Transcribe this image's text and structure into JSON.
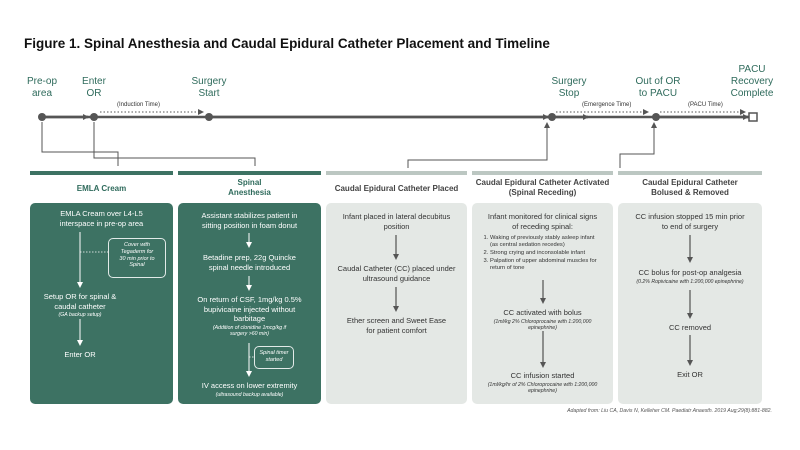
{
  "title": "Figure 1. Spinal Anesthesia and Caudal Epidural Catheter Placement and Timeline",
  "timeline": {
    "milestones": [
      "Pre-op\narea",
      "Enter\nOR",
      "Surgery\nStart",
      "Surgery\nStop",
      "Out of OR\nto PACU",
      "PACU\nRecovery\nComplete"
    ],
    "intervals": [
      "(Induction Time)",
      "(Emergence Time)",
      "(PACU Time)"
    ]
  },
  "columns": [
    {
      "header": "EMLA Cream",
      "steps": [
        {
          "text": "EMLA Cream over L4-L5\ninterspace in pre-op area",
          "sub": ""
        },
        {
          "text": "Setup OR for spinal &\ncaudal catheter",
          "sub": "(GA backup setup)"
        },
        {
          "text": "Enter OR",
          "sub": ""
        }
      ],
      "note": "Cover with\nTegaderm for\n30 min prior to\nSpinal"
    },
    {
      "header": "Spinal\nAnesthesia",
      "steps": [
        {
          "text": "Assistant stabilizes patient in\nsitting position in foam donut",
          "sub": ""
        },
        {
          "text": "Betadine prep, 22g Quincke\nspinal needle introduced",
          "sub": ""
        },
        {
          "text": "On return of CSF, 1mg/kg 0.5%\nbupivicaine injected without\nbarbitage",
          "sub": "(Addition of clonidine 1mcg/kg if\nsurgery >60 min)"
        },
        {
          "text": "IV access on lower extremity",
          "sub": "(ultrasound backup available)"
        }
      ],
      "note": "Spinal timer\nstarted"
    },
    {
      "header": "Caudal Epidural Catheter Placed",
      "steps": [
        {
          "text": "Infant placed in lateral decubitus\nposition",
          "sub": ""
        },
        {
          "text": "Caudal Catheter (CC) placed under\nultrasound guidance",
          "sub": ""
        },
        {
          "text": "Ether screen and Sweet Ease\nfor patient comfort",
          "sub": ""
        }
      ]
    },
    {
      "header": "Caudal Epidural Catheter Activated\n(Spinal Receding)",
      "intro": "Infant monitored for clinical signs\nof receding spinal:",
      "list": [
        "Waking of previously stably asleep infant (as central sedation recedes)",
        "Strong crying and inconsolable infant",
        "Palpation of upper abdominal muscles for return of tone"
      ],
      "steps": [
        {
          "text": "CC activated with bolus",
          "sub": "(1ml/kg 2% Chloroprocaine with 1:200,000\nepinephrine)"
        },
        {
          "text": "CC infusion started",
          "sub": "(1ml/kg/hr of 2% Chloroprocaine with 1:200,000\nepinephrine)"
        }
      ]
    },
    {
      "header": "Caudal Epidural Catheter\nBolused & Removed",
      "steps": [
        {
          "text": "CC infusion stopped 15 min prior\nto end of surgery",
          "sub": ""
        },
        {
          "text": "CC bolus for post-op analgesia",
          "sub": "(0.2% Ropivicaine with 1:200,000 epinephrine)"
        },
        {
          "text": "CC removed",
          "sub": ""
        },
        {
          "text": "Exit OR",
          "sub": ""
        }
      ]
    }
  ],
  "citation": "Adapted from: Liu CA, Davis N, Kelleher CM. Paediatr Anaesth. 2019 Aug;29(8):881-882.",
  "colors": {
    "accent": "#3d7263",
    "panel_light": "#e4e8e5",
    "bar_light": "#bcc7c2",
    "line": "#555555",
    "label": "#2f6b5c"
  }
}
